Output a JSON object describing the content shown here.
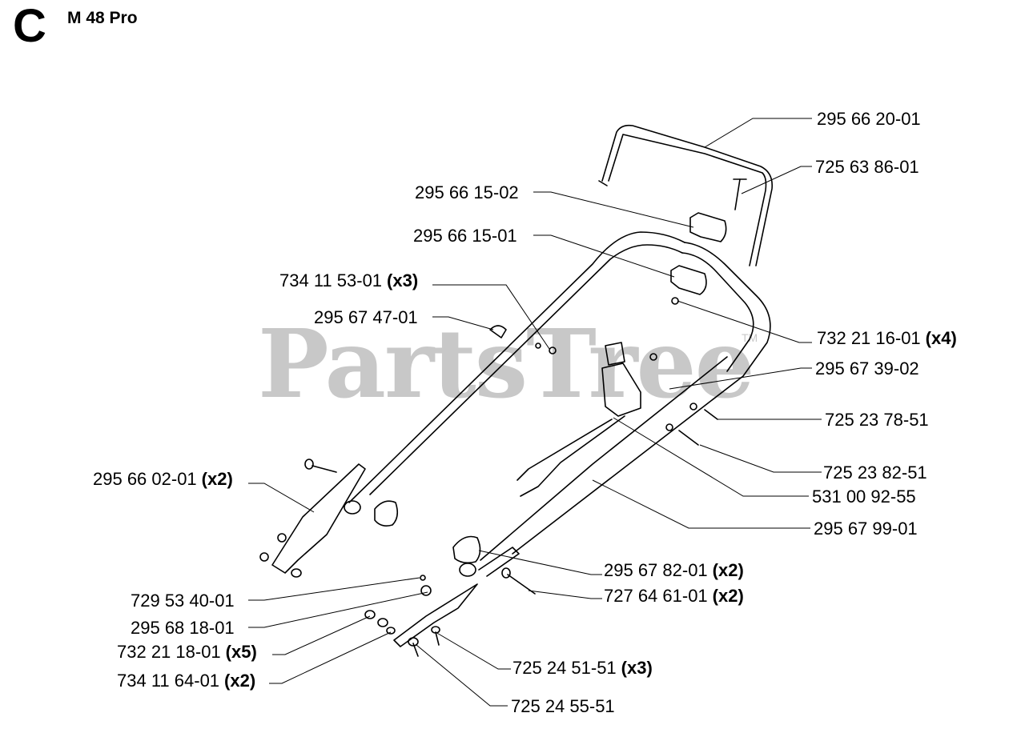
{
  "header": {
    "section": "C",
    "model": "M 48 Pro"
  },
  "watermark": {
    "text": "PartsTree",
    "tm": "TM"
  },
  "parts": [
    {
      "id": "p1",
      "number": "295 66 20-01",
      "qty": ""
    },
    {
      "id": "p2",
      "number": "725 63 86-01",
      "qty": ""
    },
    {
      "id": "p3",
      "number": "295 66 15-02",
      "qty": ""
    },
    {
      "id": "p4",
      "number": "295 66 15-01",
      "qty": ""
    },
    {
      "id": "p5",
      "number": "734 11 53-01",
      "qty": "(x3)"
    },
    {
      "id": "p6",
      "number": "295 67 47-01",
      "qty": ""
    },
    {
      "id": "p7",
      "number": "732 21 16-01",
      "qty": "(x4)"
    },
    {
      "id": "p8",
      "number": "295 67 39-02",
      "qty": ""
    },
    {
      "id": "p9",
      "number": "725 23 78-51",
      "qty": ""
    },
    {
      "id": "p10",
      "number": "295 66 02-01",
      "qty": "(x2)"
    },
    {
      "id": "p11",
      "number": "725 23 82-51",
      "qty": ""
    },
    {
      "id": "p12",
      "number": "531 00 92-55",
      "qty": ""
    },
    {
      "id": "p13",
      "number": "295 67 99-01",
      "qty": ""
    },
    {
      "id": "p14",
      "number": "295 67 82-01",
      "qty": "(x2)"
    },
    {
      "id": "p15",
      "number": "727 64 61-01",
      "qty": "(x2)"
    },
    {
      "id": "p16",
      "number": "729 53 40-01",
      "qty": ""
    },
    {
      "id": "p17",
      "number": "295 68 18-01",
      "qty": ""
    },
    {
      "id": "p18",
      "number": "732 21 18-01",
      "qty": "(x5)"
    },
    {
      "id": "p19",
      "number": "725 24 51-51",
      "qty": "(x3)"
    },
    {
      "id": "p20",
      "number": "734 11 64-01",
      "qty": "(x2)"
    },
    {
      "id": "p21",
      "number": "725 24 55-51",
      "qty": ""
    }
  ]
}
